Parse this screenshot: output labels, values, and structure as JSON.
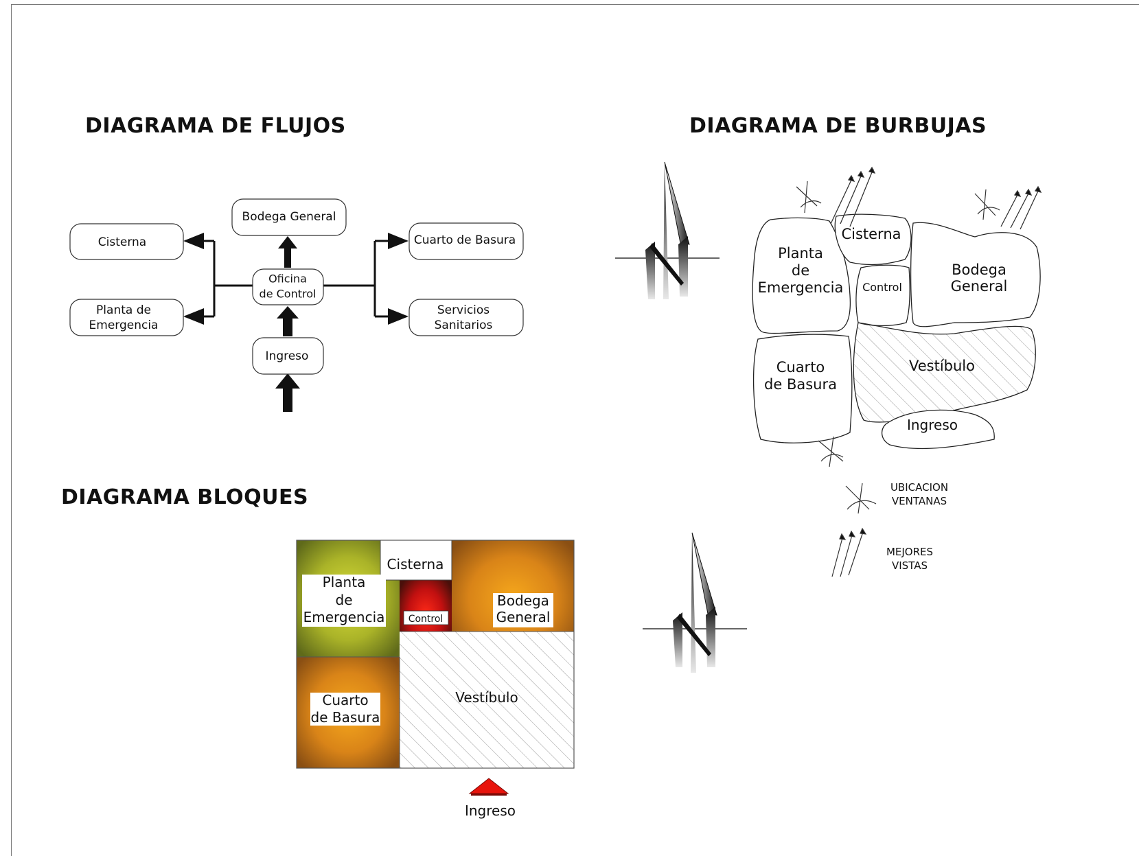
{
  "titles": {
    "flujos": "DIAGRAMA DE FLUJOS",
    "burbujas": "DIAGRAMA DE BURBUJAS",
    "bloques": "DIAGRAMA BLOQUES"
  },
  "flujos": {
    "cisterna": "Cisterna",
    "planta_l1": "Planta de",
    "planta_l2": "Emergencia",
    "bodega": "Bodega General",
    "oficina_l1": "Oficina",
    "oficina_l2": "de Control",
    "ingreso": "Ingreso",
    "basura": "Cuarto de Basura",
    "servicios_l1": "Servicios",
    "servicios_l2": "Sanitarios"
  },
  "burbujas": {
    "planta_l1": "Planta",
    "planta_l2": "de",
    "planta_l3": "Emergencia",
    "cisterna": "Cisterna",
    "control": "Control",
    "bodega_l1": "Bodega",
    "bodega_l2": "General",
    "basura_l1": "Cuarto",
    "basura_l2": "de Basura",
    "vestibulo": "Vestíbulo",
    "ingreso": "Ingreso"
  },
  "legend": {
    "ventanas_l1": "UBICACION",
    "ventanas_l2": "VENTANAS",
    "vistas_l1": "MEJORES",
    "vistas_l2": "VISTAS"
  },
  "bloques": {
    "cisterna": "Cisterna",
    "planta_l1": "Planta",
    "planta_l2": "de",
    "planta_l3": "Emergencia",
    "control": "Control",
    "bodega_l1": "Bodega",
    "bodega_l2": "General",
    "basura_l1": "Cuarto",
    "basura_l2": "de Basura",
    "vestibulo": "Vestíbulo",
    "ingreso": "Ingreso"
  },
  "colors": {
    "green": "#c9d12e",
    "green_edge": "#5f6a1a",
    "orange": "#f2a21a",
    "orange_edge": "#8a4f13",
    "red": "#ff1a10",
    "red_edge": "#4a0f0a",
    "arrow_red": "#e8140c"
  }
}
